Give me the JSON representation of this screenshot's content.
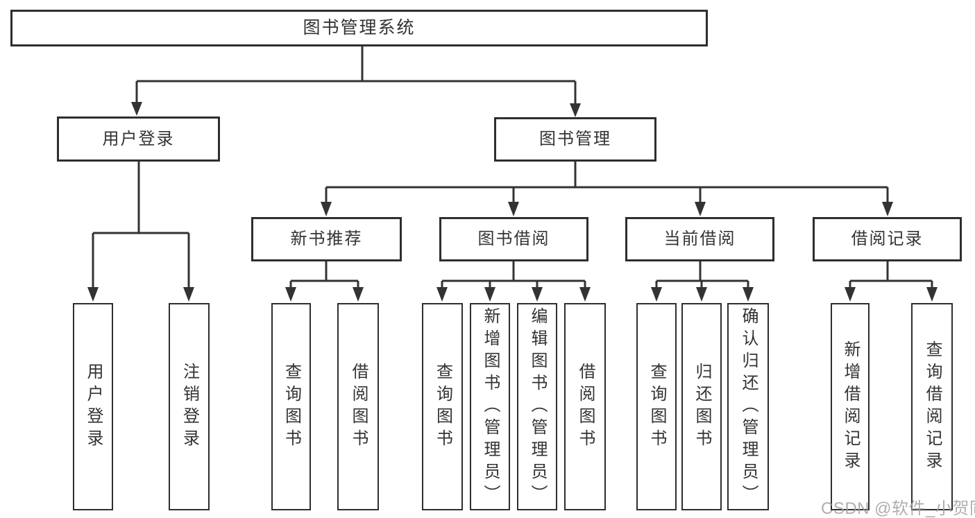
{
  "tree": {
    "label": "图书管理系统",
    "children": [
      {
        "label": "用户登录",
        "children": [
          {
            "label": "用户登录"
          },
          {
            "label": "注销登录"
          }
        ]
      },
      {
        "label": "图书管理",
        "children": [
          {
            "label": "新书推荐",
            "children": [
              {
                "label": "查询图书"
              },
              {
                "label": "借阅图书"
              }
            ]
          },
          {
            "label": "图书借阅",
            "children": [
              {
                "label": "查询图书"
              },
              {
                "label": "新增图书（管理员）"
              },
              {
                "label": "编辑图书（管理员）"
              },
              {
                "label": "借阅图书"
              }
            ]
          },
          {
            "label": "当前借阅",
            "children": [
              {
                "label": "查询图书"
              },
              {
                "label": "归还图书"
              },
              {
                "label": "确认归还（管理员）"
              }
            ]
          },
          {
            "label": "借阅记录",
            "children": [
              {
                "label": "新增借阅记录"
              },
              {
                "label": "查询借阅记录"
              }
            ]
          }
        ]
      }
    ]
  },
  "watermark": {
    "text": "CSDN @软件_小贺同学"
  },
  "colors": {
    "line": "#333333",
    "box_border": "#2e2e2e",
    "text": "#333333",
    "watermark": "#a0a0a0",
    "background": "#ffffff"
  }
}
